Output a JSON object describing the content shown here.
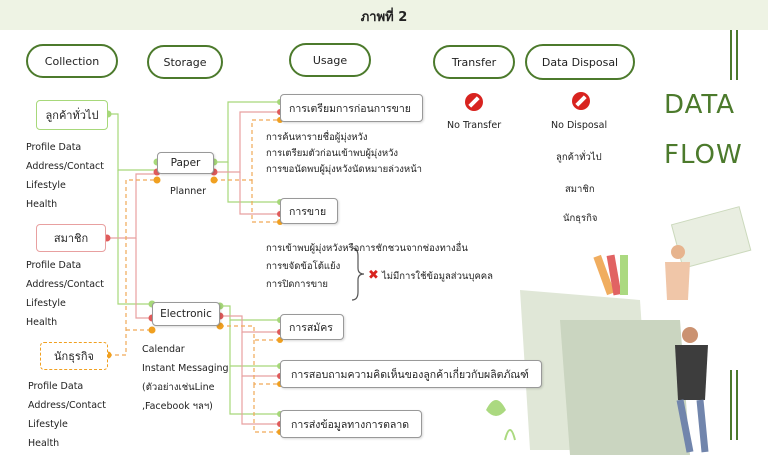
{
  "header": {
    "title": "ภาพที่ 2"
  },
  "columns": {
    "collection": "Collection",
    "storage": "Storage",
    "usage": "Usage",
    "transfer": "Transfer",
    "disposal": "Data Disposal"
  },
  "customers": [
    {
      "label": "ลูกค้าทั่วไป",
      "fields": [
        "Profile Data",
        "Address/Contact",
        "Lifestyle",
        "Health"
      ]
    },
    {
      "label": "สมาชิก",
      "fields": [
        "Profile Data",
        "Address/Contact",
        "Lifestyle",
        "Health"
      ]
    },
    {
      "label": "นักธุรกิจ",
      "fields": [
        "Profile Data",
        "Address/Contact",
        "Lifestyle",
        "Health"
      ]
    }
  ],
  "storage": {
    "paper": {
      "label": "Paper",
      "sub": "Planner"
    },
    "electronic": {
      "label": "Electronic",
      "sub": [
        "Calendar",
        "Instant Messaging",
        "(ตัวอย่างเช่นLine",
        ",Facebook ฯลฯ)"
      ]
    }
  },
  "usage": {
    "items": [
      "การเตรียมการก่อนการขาย",
      "การขาย",
      "การสมัคร",
      "การสอบถามความคิดเห็นของลูกค้าเกี่ยวกับผลิตภัณฑ์",
      "การส่งข้อมูลทางการตลาด"
    ],
    "prep_notes": [
      "การค้นหารายชื่อผู้มุ่งหวัง",
      "การเตรียมตัวก่อนเข้าพบผู้มุ่งหวัง",
      "การขอนัดพบผู้มุ่งหวังนัดหมายล่วงหน้า"
    ],
    "sale_notes": [
      "การเข้าพบผู้มุ่งหวังหรือการชักชวนจากช่องทางอื่น",
      "การขจัดข้อโต้แย้ง",
      "การปิดการขาย"
    ],
    "no_personal": "ไม่มีการใช้ข้อมูลส่วนบุคคล"
  },
  "transfer": {
    "label": "No Transfer"
  },
  "disposal": {
    "label": "No Disposal",
    "items": [
      "ลูกค้าทั่วไป",
      "สมาชิก",
      "นักธุรกิจ"
    ]
  },
  "title_words": [
    "DATA",
    "FLOW"
  ],
  "colors": {
    "accent": "#4c7a2c",
    "line_green": "#a7d87a",
    "line_orange": "#f0a957",
    "dot_red": "#e05b5b",
    "dot_orange": "#f0a020",
    "no_red": "#d8231f"
  }
}
